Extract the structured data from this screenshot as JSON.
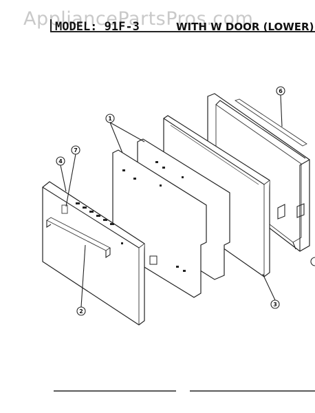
{
  "header": {
    "watermark": "AppliancePartsPros.com",
    "model_label": "MODEL: 91F-3",
    "section_title": "WITH W DOOR (LOWER)"
  },
  "callouts": [
    {
      "id": "callout-1",
      "number": "1"
    },
    {
      "id": "callout-2",
      "number": "2"
    },
    {
      "id": "callout-3",
      "number": "3"
    },
    {
      "id": "callout-4",
      "number": "4"
    },
    {
      "id": "callout-6",
      "number": "6"
    },
    {
      "id": "callout-7",
      "number": "7"
    }
  ]
}
